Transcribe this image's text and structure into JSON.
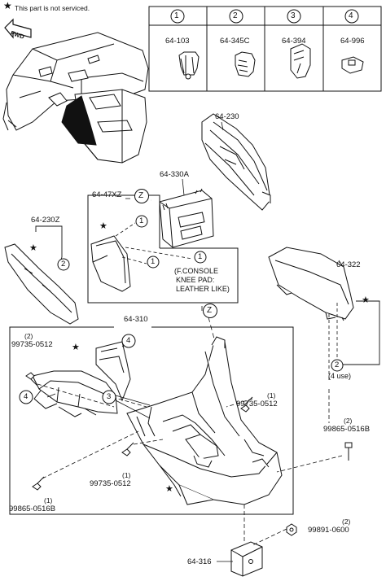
{
  "legend": {
    "star": "★",
    "text": "This part is not serviced."
  },
  "fwd_label": "FWD",
  "clips_table": [
    {
      "num": "1",
      "part": "64-103"
    },
    {
      "num": "2",
      "part": "64-345C"
    },
    {
      "num": "3",
      "part": "64-394"
    },
    {
      "num": "4",
      "part": "64-996"
    }
  ],
  "parts": {
    "p64_230": "64-230",
    "p64_330A": "64-330A",
    "p64_47XZ": "64-47XZ",
    "p64_230Z": "64-230Z",
    "p64_322": "64-322",
    "p64_310": "64-310",
    "p64_316": "64-316"
  },
  "callouts": {
    "z": "Z",
    "c1": "1",
    "c2": "2",
    "c3": "3",
    "c4": "4"
  },
  "knee_pad_note": [
    "(F.CONSOLE",
    "KNEE PAD:",
    "LEATHER LIKE)"
  ],
  "use_note": "(4 use)",
  "screws": {
    "s99735_left_qty": "(2)",
    "s99735_left": "99735-0512",
    "s99735_right_qty": "(1)",
    "s99735_right": "99735-0512",
    "s99735_bottom_qty": "(1)",
    "s99735_bottom": "99735-0512",
    "s99865_right_qty": "(2)",
    "s99865_right": "99865-0516B",
    "s99865_left_qty": "(1)",
    "s99865_left": "99865-0516B",
    "s99891_qty": "(2)",
    "s99891": "99891-0600"
  }
}
